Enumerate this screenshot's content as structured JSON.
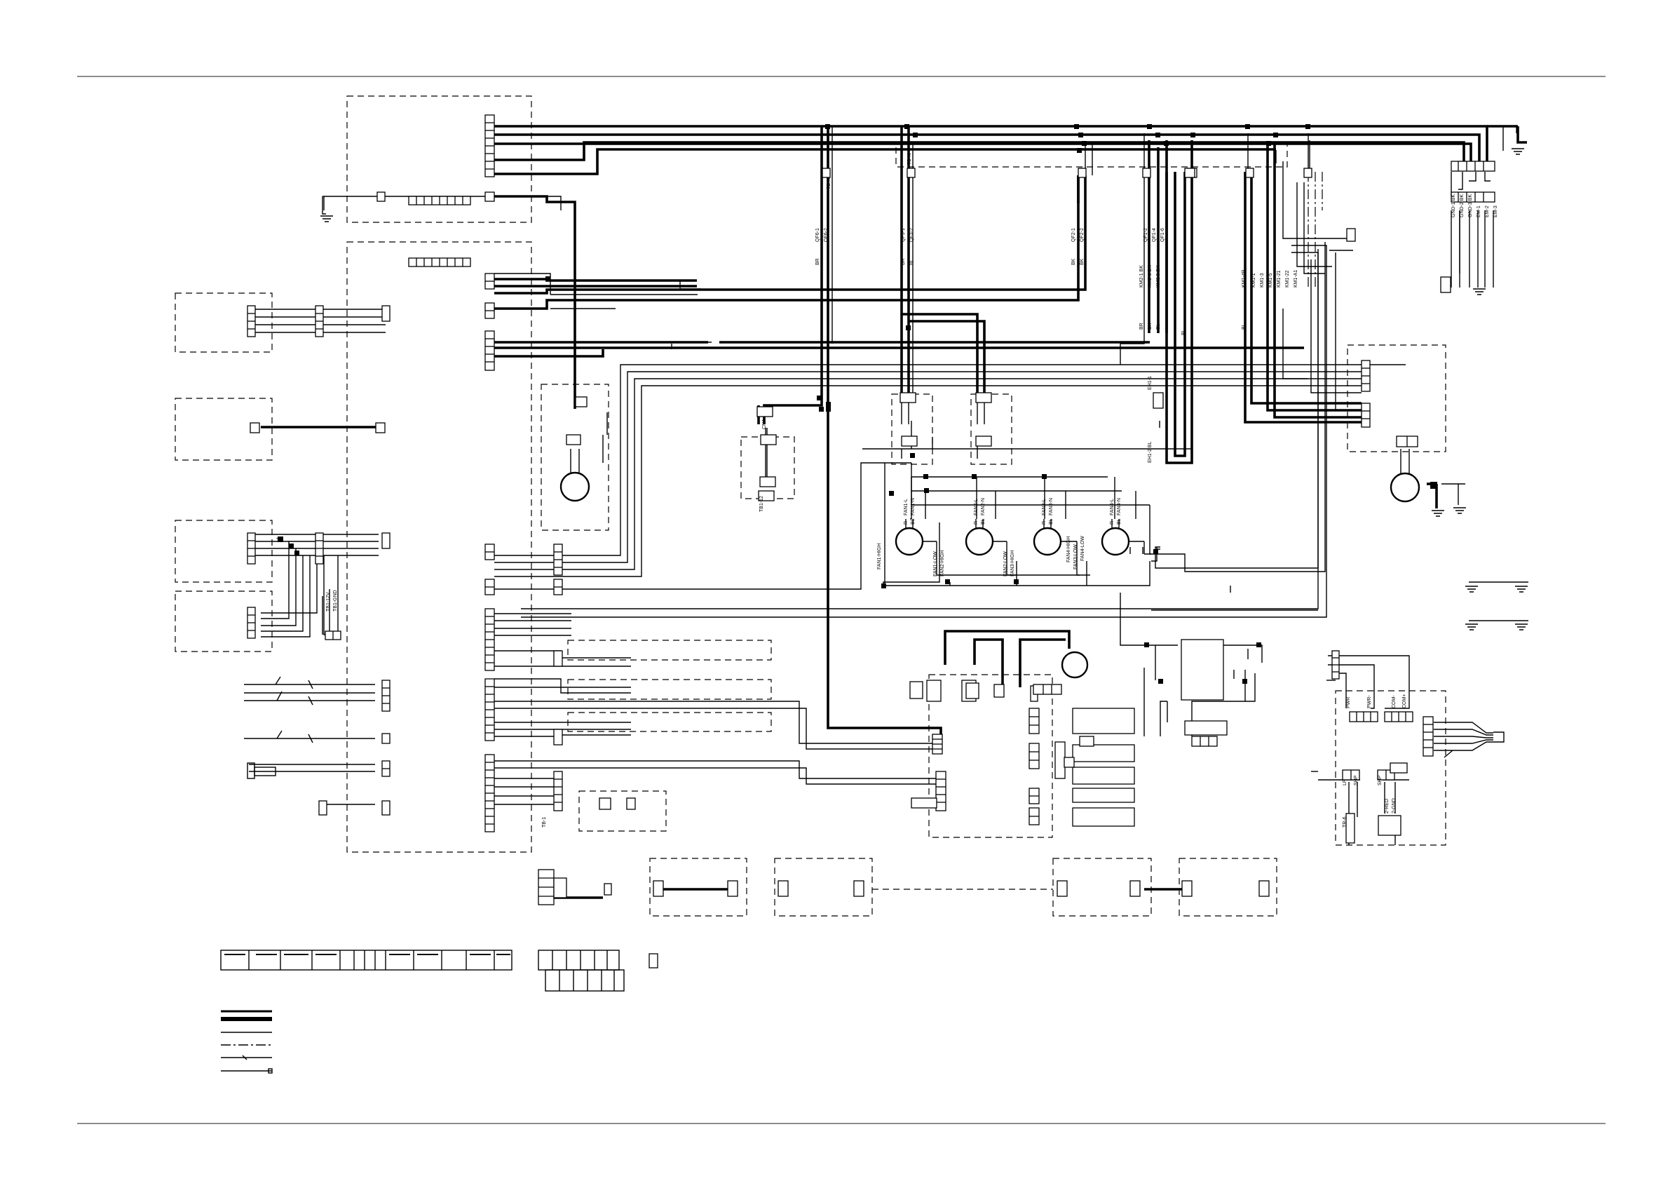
{
  "colors": {
    "ink": "#000000",
    "background": "#ffffff",
    "rule": "#666666"
  },
  "labels": {
    "l1": "TB-N",
    "l2": "TB-N",
    "l3": "QF6-1",
    "l4": "QF6-2",
    "l5": "QF3-1",
    "l6": "QF3-2",
    "l7": "QF2-1",
    "l8": "QF2-2",
    "l9": "QF1-2",
    "l10": "QF1-4",
    "l11": "QF1-6",
    "l12": "BR",
    "l13": "BR",
    "l14": "BK",
    "l15": "BK",
    "l16": "BL",
    "l17": "BL",
    "l18": "KM2-1 BK",
    "l19": "KM2-3 BK",
    "l20": "KM2-5 BK",
    "l21": "KM1-4R",
    "l22": "KM1-1",
    "l23": "KM1-3",
    "l24": "KM1-5",
    "l25": "KM1-21",
    "l26": "KM1-22",
    "l27": "KM1-A1",
    "l28": "BR",
    "l29": "BK",
    "l30": "BL",
    "l31": "BL",
    "l32": "FAN1-L",
    "l33": "FAN1-N",
    "l34": "FAN2-L",
    "l35": "FAN2-N",
    "l36": "FAN3-L",
    "l37": "FAN3-N",
    "l38": "FAN4-L",
    "l39": "FAN4-N",
    "l40": "R",
    "l41": "BL",
    "l42": "R",
    "l43": "BL",
    "l44": "R",
    "l45": "BL",
    "l46": "R",
    "l47": "BL",
    "l48": "FAN1-HIGH",
    "l49": "FAN1-LOW",
    "l50": "FAN2-HIGH",
    "l51": "FAN2-LOW",
    "l52": "FAN3-HIGH",
    "l53": "FAN3-LOW",
    "l54": "FAN4-HIGH",
    "l55": "FAN4-LOW",
    "l56": "CN4",
    "l57": "TB1-12",
    "l58": "TB1-12V",
    "l59": "TB1-GND",
    "l60": "TB-1",
    "l61": "EH1-1",
    "l62": "EH1-2 BL",
    "l63": "GND-1 BK",
    "l64": "GND-2 BK",
    "l65": "GND-3 BK",
    "l66": "EM-1",
    "l67": "EM-2",
    "l68": "EM-3",
    "l69": "PWR",
    "l70": "PWR-",
    "l71": "COM-",
    "l72": "COM+",
    "l73": "TR-6",
    "l74": "LP",
    "l75": "SHP",
    "l76": "SHP",
    "l77": "2-RED",
    "l78": "2-GND"
  },
  "icons": {
    "fan_motor": "fan-motor-icon",
    "ground": "ground-icon",
    "sensor": "thermistor-icon"
  }
}
